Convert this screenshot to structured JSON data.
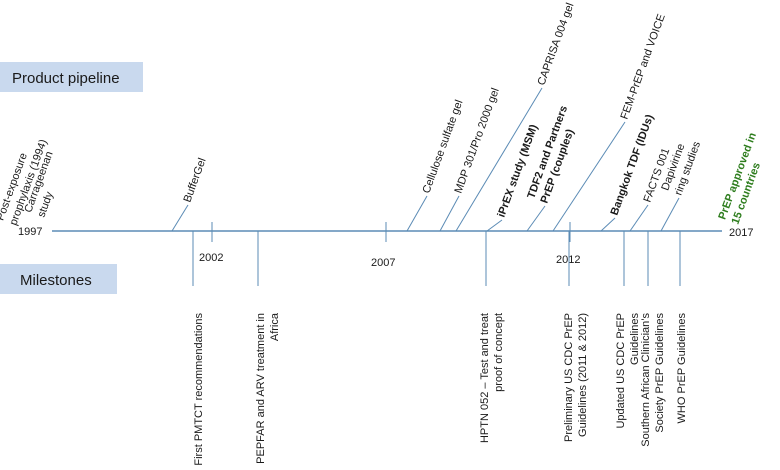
{
  "headers": {
    "pipeline": "Product pipeline",
    "milestones": "Milestones"
  },
  "timeline": {
    "start_label": "1997",
    "end_label": "2017",
    "year_labels": [
      "2002",
      "2007",
      "2012"
    ],
    "line_color": "#5b8bb5",
    "band_color": "#c9d9ee"
  },
  "pipeline_events": [
    {
      "lines": [
        "Post-exposure",
        "prophylaxis (1994)"
      ],
      "style": "normal"
    },
    {
      "lines": [
        "Carrageenan",
        "study"
      ],
      "style": "normal"
    },
    {
      "lines": [
        "BufferGel"
      ],
      "style": "normal"
    },
    {
      "lines": [
        "Cellulose sulfate gel"
      ],
      "style": "normal"
    },
    {
      "lines": [
        "MDP 301/Pro 2000 gel"
      ],
      "style": "normal"
    },
    {
      "lines": [
        "CAPRISA 004 gel"
      ],
      "style": "normal"
    },
    {
      "lines": [
        "iPrEX study (MSM)"
      ],
      "style": "bold"
    },
    {
      "lines": [
        "TDF2 and Partners",
        "PrEP (couples)"
      ],
      "style": "bold"
    },
    {
      "lines": [
        "FEM-PrEP and VOICE"
      ],
      "style": "normal"
    },
    {
      "lines": [
        "Bangkok TDF (IDUs)"
      ],
      "style": "bold"
    },
    {
      "lines": [
        "FACTS 001"
      ],
      "style": "normal"
    },
    {
      "lines": [
        "Dapivirine",
        "ring studies"
      ],
      "style": "normal"
    },
    {
      "lines": [
        "PrEP approved in",
        "15 countries"
      ],
      "style": "green"
    }
  ],
  "milestone_events": [
    {
      "lines": [
        "First PMTCT recommendations"
      ]
    },
    {
      "lines": [
        "PEPFAR and ARV treatment in",
        "Africa"
      ]
    },
    {
      "lines": [
        "HPTN 052 – Test and treat",
        "proof of concept"
      ]
    },
    {
      "lines": [
        "Preliminary US CDC  PrEP",
        "Guidelines (2011 & 2012)"
      ]
    },
    {
      "lines": [
        "Updated US CDC  PrEP",
        "Guidelines"
      ]
    },
    {
      "lines": [
        "Southern African Clinician’s",
        "Society PrEP Guidelines"
      ]
    },
    {
      "lines": [
        "WHO PrEP Guidelines"
      ]
    }
  ]
}
